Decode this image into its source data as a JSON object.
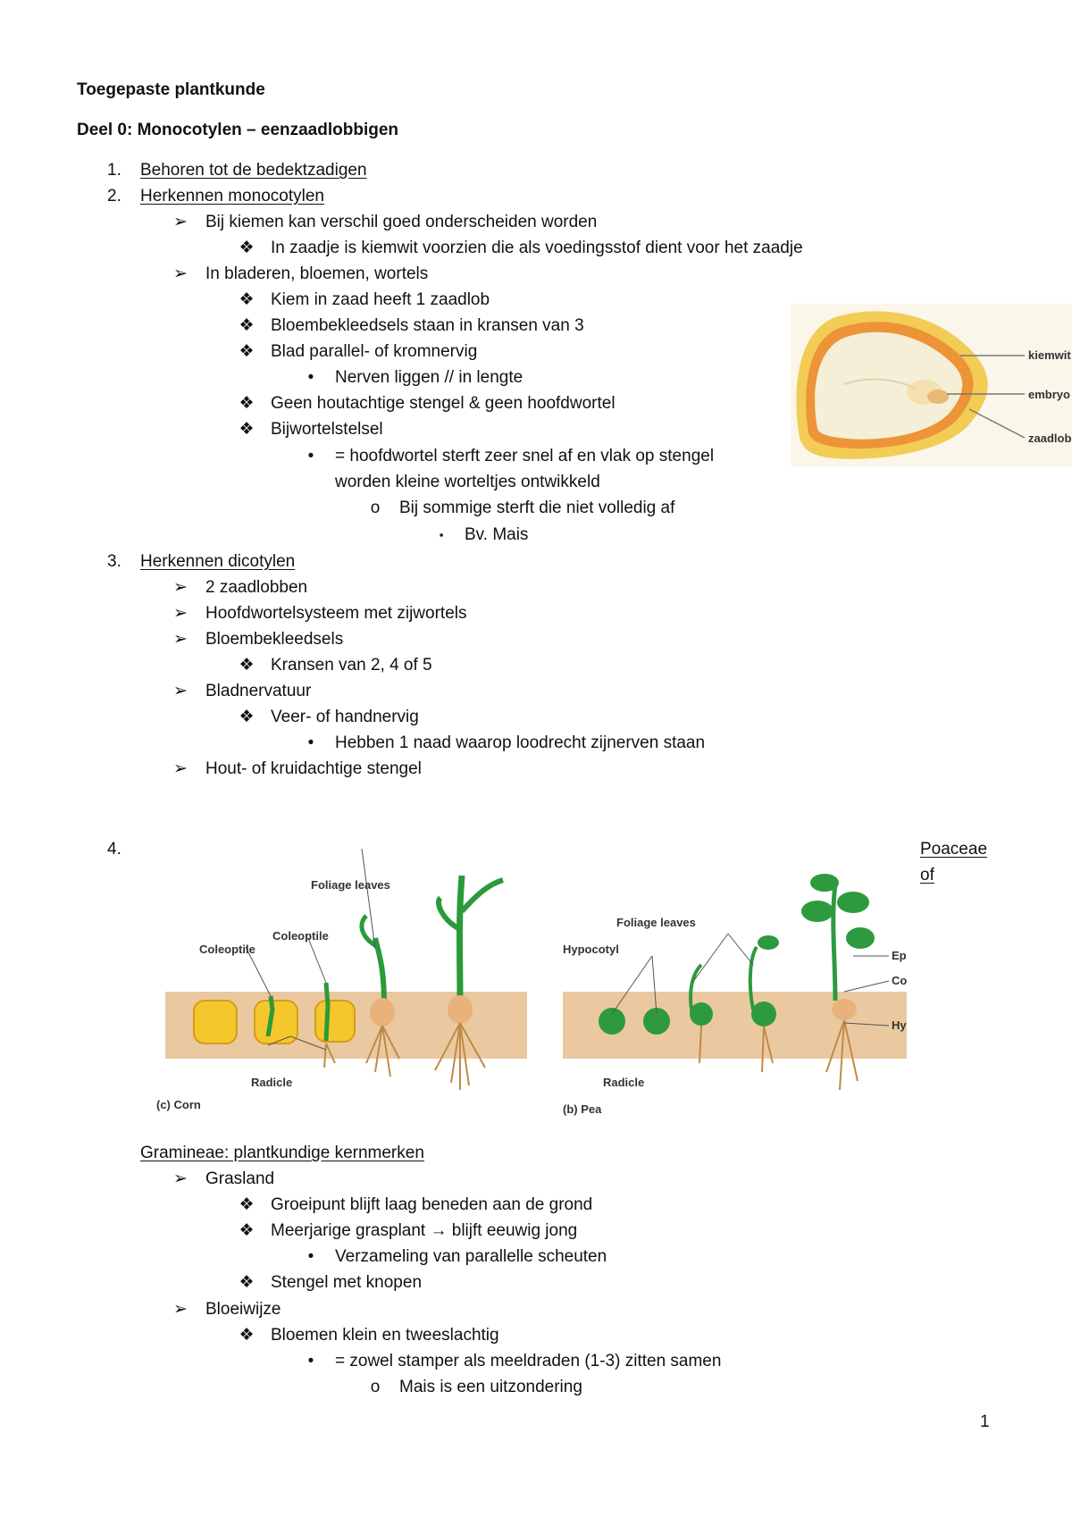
{
  "document": {
    "title": "Toegepaste plantkunde",
    "section": "Deel 0: Monocotylen – eenzaadlobbigen",
    "page_number": "1"
  },
  "list1": {
    "n1": "1.",
    "i1": "Behoren tot de bedektzadigen",
    "n2": "2.",
    "i2": "Herkennen monocotylen",
    "l3": "Bij kiemen kan verschil goed onderscheiden worden",
    "l4": "In zaadje is kiemwit voorzien die als voedingsstof dient voor het zaadje",
    "l5": "In bladeren, bloemen, wortels",
    "l6": "Kiem in zaad heeft 1 zaadlob",
    "l7": "Bloembekleedsels staan in kransen van 3",
    "l8": "Blad parallel- of kromnervig",
    "l9": "Nerven liggen // in lengte",
    "l10": "Geen houtachtige stengel & geen hoofdwortel",
    "l11": "Bijwortelstelsel",
    "l12a": "= hoofdwortel sterft zeer snel af en vlak op stengel",
    "l12b": "worden kleine worteltjes ontwikkeld",
    "l13": "Bij sommige sterft die niet volledig af",
    "l14": "Bv. Mais",
    "n3": "3.",
    "i3": "Herkennen dicotylen",
    "l15": "2 zaadlobben",
    "l16": "Hoofdwortelsysteem met zijwortels",
    "l17": "Bloembekleedsels",
    "l18": "Kransen van 2, 4 of 5",
    "l19": "Bladnervatuur",
    "l20": "Veer- of handnervig",
    "l21": "Hebben 1 naad waarop loodrecht zijnerven staan",
    "l22": "Hout- of kruidachtige stengel"
  },
  "seed_figure": {
    "labels": [
      "kiemwit",
      "embryo",
      "zaadlob"
    ]
  },
  "item4": {
    "number": "4.",
    "side_line1": "Poaceae",
    "side_line2": "of"
  },
  "seedling_figure": {
    "corn": {
      "caption": "(c) Corn",
      "foliage": "Foliage leaves",
      "coleoptile1": "Coleoptile",
      "coleoptile2": "Coleoptile",
      "radicle": "Radicle"
    },
    "pea": {
      "caption": "(b) Pea",
      "foliage": "Foliage leaves",
      "hypocotyl1": "Hypocotyl",
      "epicotyl": "Epicotyl",
      "cotyledon": "Cotyledon",
      "hypocotyl2": "Hypocotyl",
      "radicle": "Radicle"
    }
  },
  "gramineae": {
    "heading": "Gramineae: plantkundige kernmerken",
    "g1": "Grasland",
    "g2": "Groeipunt blijft laag beneden aan de grond",
    "g3": "Meerjarige grasplant → blijft eeuwig jong",
    "g4": "Verzameling van parallelle scheuten",
    "g5": "Stengel met knopen",
    "g6": "Bloeiwijze",
    "g7": "Bloemen klein en tweeslachtig",
    "g8": "= zowel stamper als meeldraden (1-3) zitten samen",
    "g9": "Mais is een uitzondering"
  },
  "markers": {
    "arrow": "➢",
    "diamond": "❖",
    "bullet": "•",
    "circle": "o",
    "square": "▪"
  }
}
